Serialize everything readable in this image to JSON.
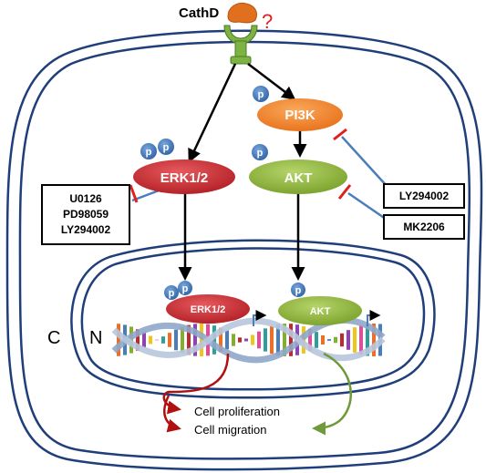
{
  "receptor": {
    "ligand_label": "CathD",
    "question_mark": "?"
  },
  "compartments": {
    "cytoplasm_label": "C",
    "nucleus_label": "N"
  },
  "nodes": {
    "erk": "ERK1/2",
    "pi3k": "PI3K",
    "akt": "AKT",
    "nuclear_erk": "ERK1/2",
    "nuclear_akt": "AKT",
    "phospho": "p"
  },
  "inhibitors": {
    "erk_box": [
      "U0126",
      "PD98059",
      "LY294002"
    ],
    "pi3k_box": "LY294002",
    "akt_box": "MK2206"
  },
  "outcomes": [
    "Cell proliferation",
    "Cell migration"
  ],
  "colors": {
    "cell_border": "#1f3e7a",
    "erk": "#c0282e",
    "pi3k": "#ee7c1e",
    "akt": "#86ad33",
    "phospho": "#3a72b6",
    "inhibitor_line": "#4a7ebb",
    "inhibitor_bar": "#e02020",
    "receptor": "#7db342",
    "ligand": "#e0701e",
    "proliferation_arrow": "#b01010",
    "migration_arrow": "#6f9a3a"
  }
}
